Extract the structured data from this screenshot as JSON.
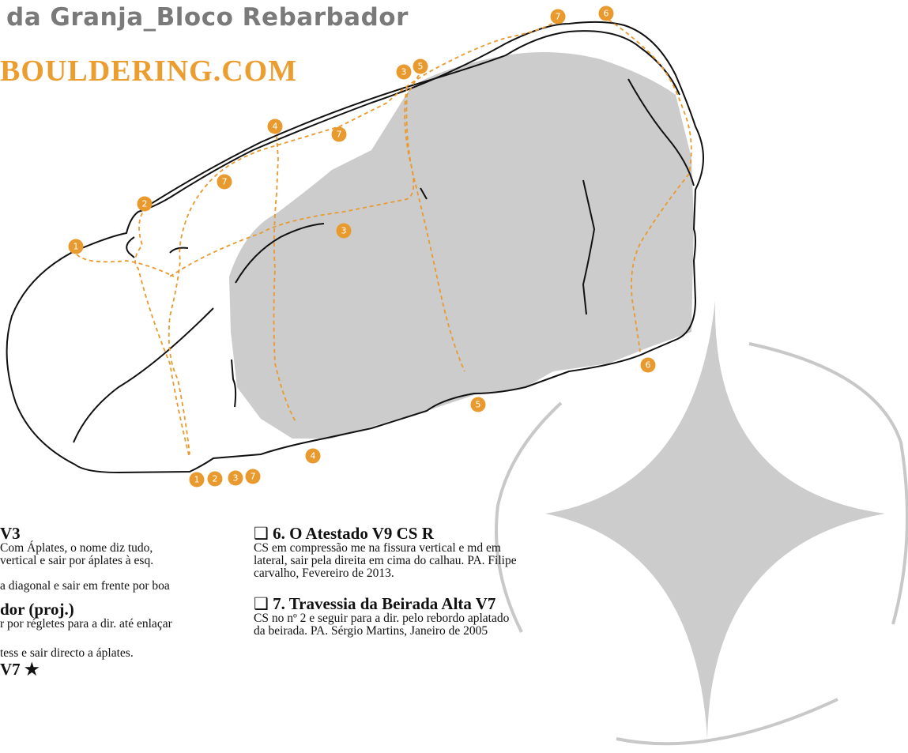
{
  "header": {
    "title": "da Granja_Bloco Rebarbador",
    "brand": "BOULDERING.COM"
  },
  "colors": {
    "route_marker": "#e99a2e",
    "rock_shade": "#cccccc",
    "title_gray": "#7a7a7a",
    "brand_orange": "#eb9d30"
  },
  "markers": [
    "1",
    "2",
    "3",
    "4",
    "5",
    "6",
    "7"
  ],
  "routes_left": {
    "r3_title": "V3",
    "r3_line1": "Com Áplates, o nome diz tudo,",
    "r3_line2": "vertical e sair por áplates à esq.",
    "r4_line1": "a diagonal e sair em frente por boa",
    "r5_title": "dor (proj.)",
    "r5_line1": "r por régletes para a dir. até enlaçar",
    "r6_line1": "tess e sair directo a áplates.",
    "r7_title": "V7 ★"
  },
  "routes_right": {
    "checkbox": "❑",
    "r6_title": "6. O Atestado V9 CS R",
    "r6_line1": "CS  em compressão me na fissura vertical e md em",
    "r6_line2": "lateral, sair pela direita em cima do calhau. PA. Filipe",
    "r6_line3": "carvalho, Fevereiro de 2013.",
    "r7_title": "7. Travessia da Beirada Alta V7",
    "r7_line1": "CS  no nº 2 e seguir para a dir. pelo rebordo aplatado",
    "r7_line2": "da beirada. PA. Sérgio Martins, Janeiro de 2005"
  }
}
